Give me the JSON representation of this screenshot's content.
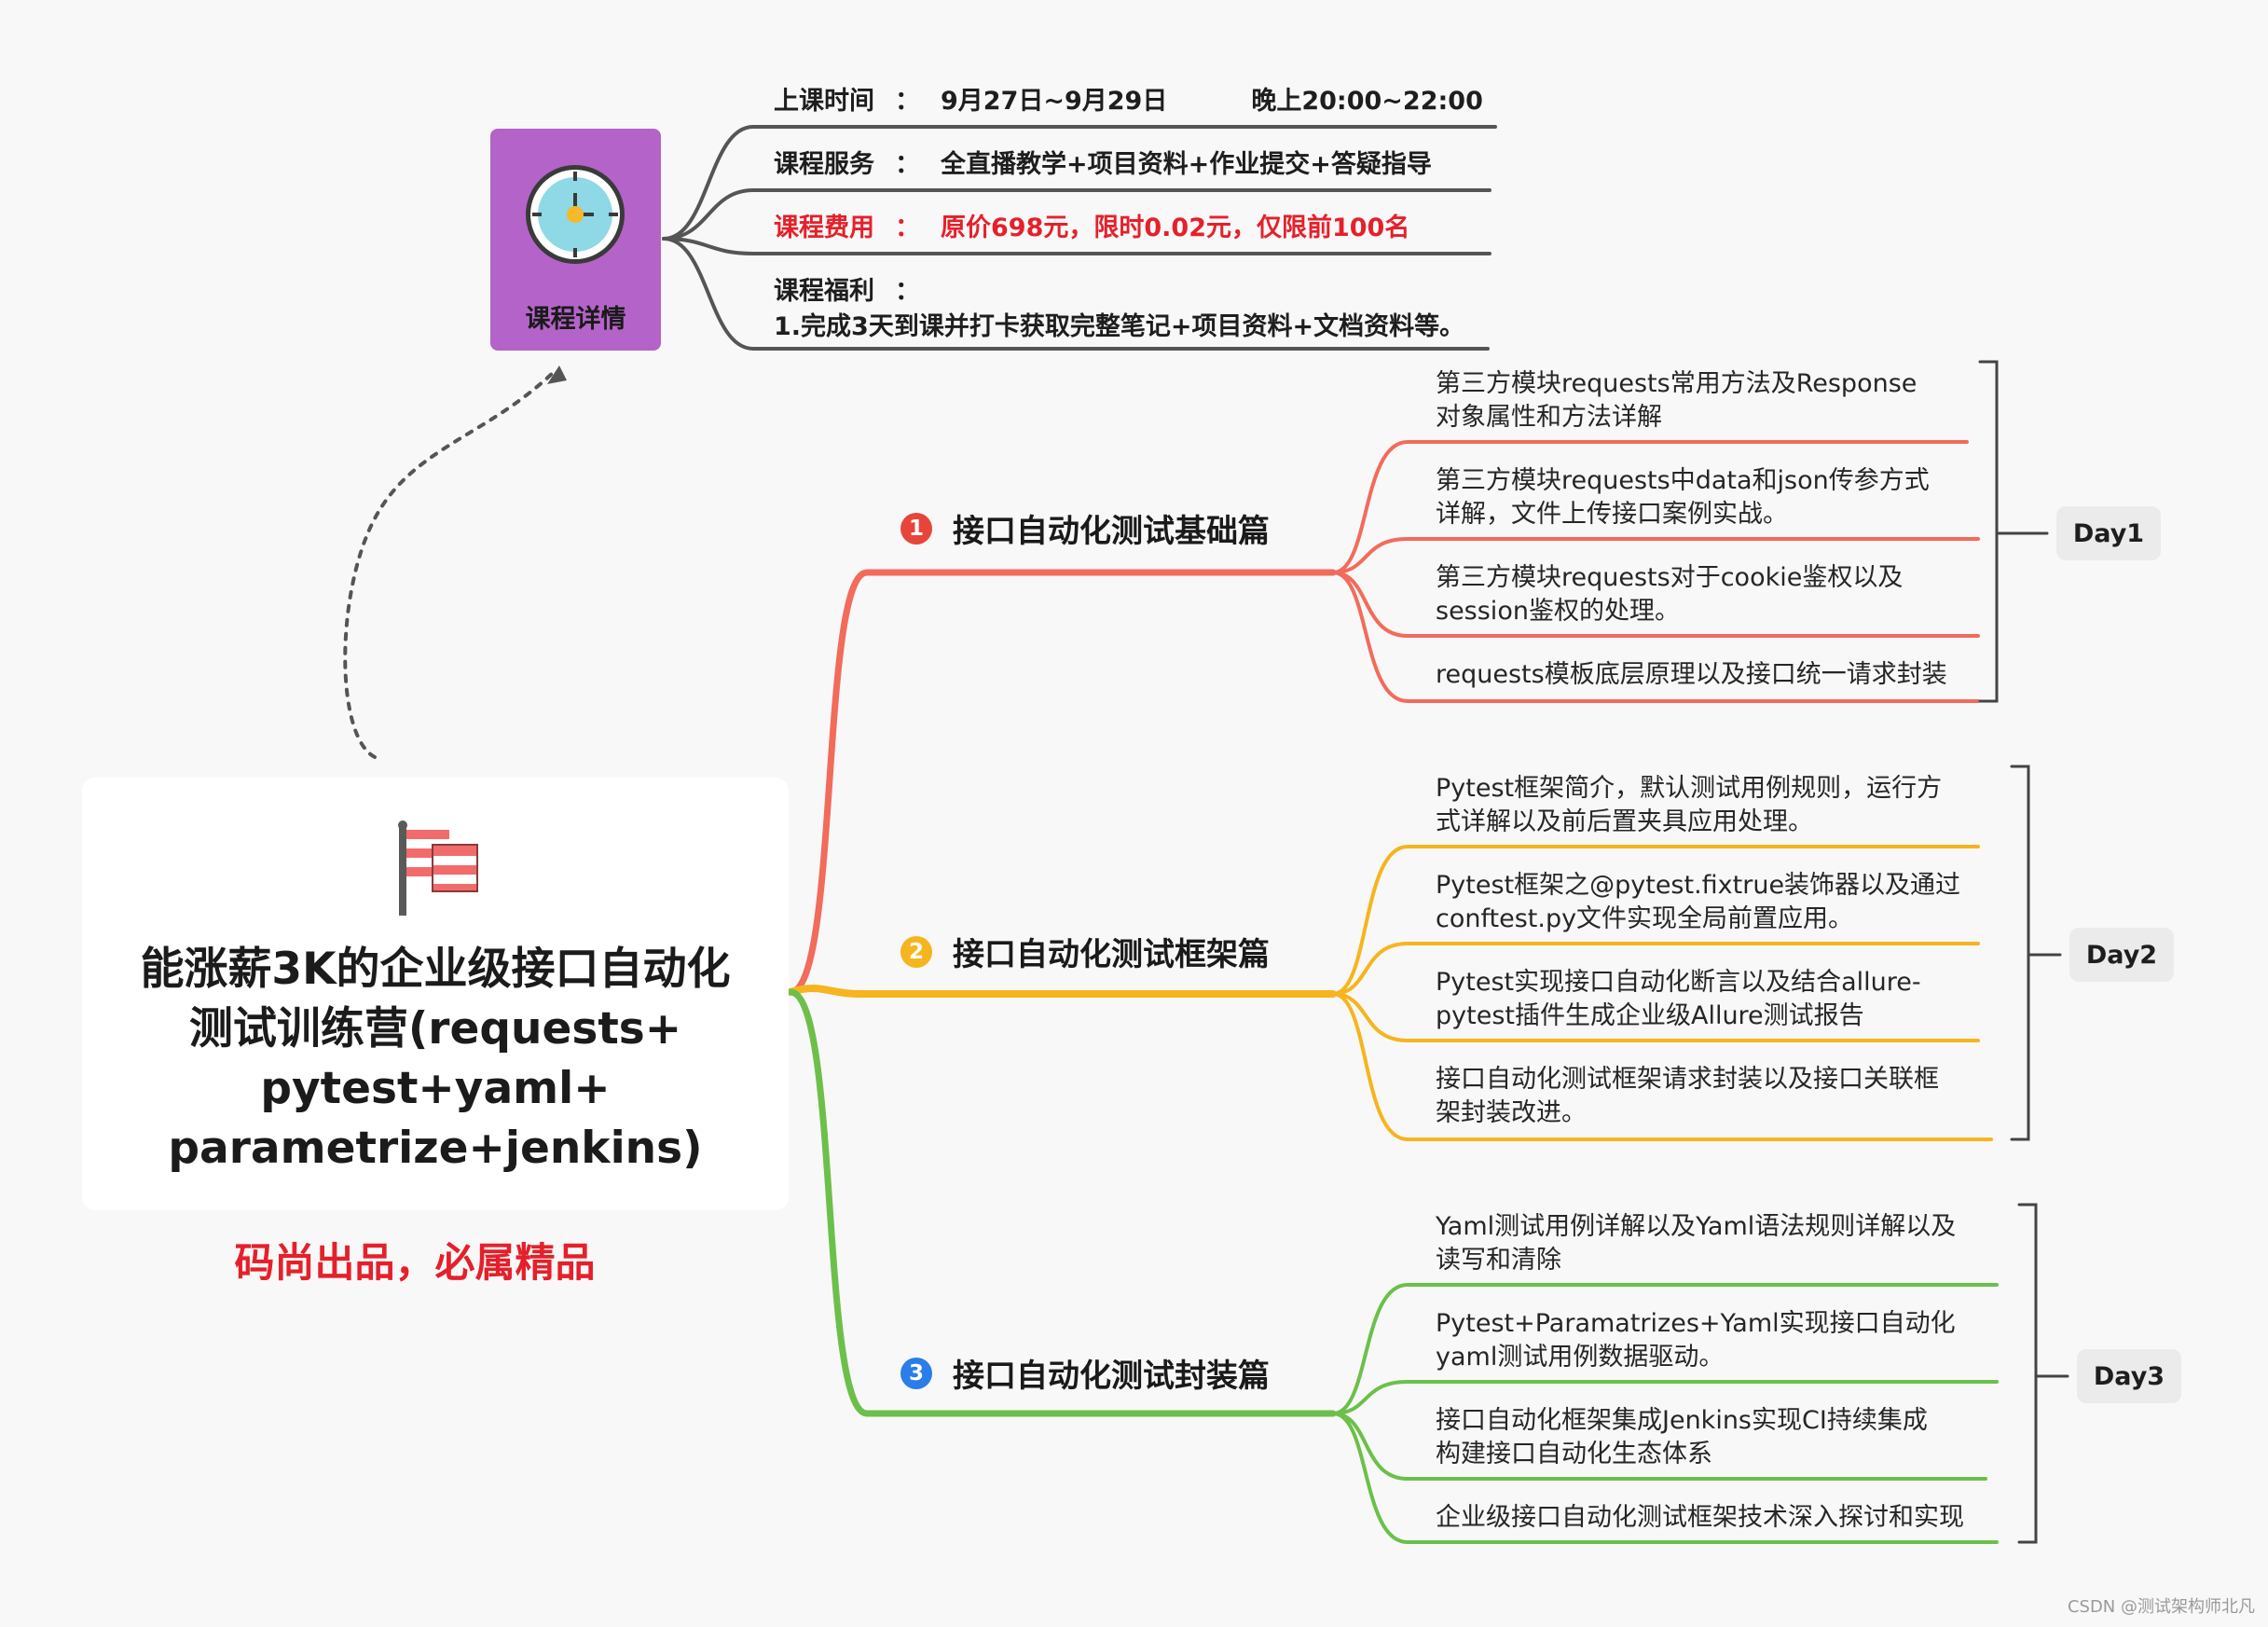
{
  "root": {
    "title_lines": [
      "能涨薪3K的企业级接口自动化",
      "测试训练营(requests+",
      "pytest+yaml+",
      "parametrize+jenkins)"
    ],
    "subtitle": "码尚出品，必属精品"
  },
  "details": {
    "label": "课程详情",
    "rows": [
      {
        "key": "上课时间",
        "sep": "：",
        "value": "9月27日~9月29日",
        "extra": "晚上20:00~22:00"
      },
      {
        "key": "课程服务",
        "sep": "：",
        "value": "全直播教学+项目资料+作业提交+答疑指导"
      },
      {
        "key": "课程费用",
        "sep": "：",
        "value": "原价698元，限时0.02元，仅限前100名"
      },
      {
        "key": "课程福利",
        "sep": "：",
        "value": "1.完成3天到课并打卡获取完整笔记+项目资料+文档资料等。"
      }
    ]
  },
  "branches": [
    {
      "badge": "1",
      "label": "接口自动化测试基础篇",
      "color": "#f26b5b",
      "day": "Day1",
      "leaves": [
        [
          "第三方模块requests常用方法及Response",
          "对象属性和方法详解"
        ],
        [
          "第三方模块requests中data和json传参方式",
          "详解，文件上传接口案例实战。"
        ],
        [
          "第三方模块requests对于cookie鉴权以及",
          "session鉴权的处理。"
        ],
        [
          "requests模板底层原理以及接口统一请求封装"
        ]
      ]
    },
    {
      "badge": "2",
      "label": "接口自动化测试框架篇",
      "color": "#f6b51e",
      "day": "Day2",
      "leaves": [
        [
          "Pytest框架简介，默认测试用例规则，运行方",
          "式详解以及前后置夹具应用处理。"
        ],
        [
          "Pytest框架之@pytest.fixtrue装饰器以及通过",
          "conftest.py文件实现全局前置应用。"
        ],
        [
          "Pytest实现接口自动化断言以及结合allure-",
          "pytest插件生成企业级Allure测试报告"
        ],
        [
          "接口自动化测试框架请求封装以及接口关联框",
          "架封装改进。"
        ]
      ]
    },
    {
      "badge": "3",
      "label": "接口自动化测试封装篇",
      "color": "#6cc04a",
      "day": "Day3",
      "leaves": [
        [
          "Yaml测试用例详解以及Yaml语法规则详解以及",
          "读写和清除"
        ],
        [
          "Pytest+Paramatrizes+Yaml实现接口自动化",
          "yaml测试用例数据驱动。"
        ],
        [
          "接口自动化框架集成Jenkins实现CI持续集成",
          "构建接口自动化生态体系"
        ],
        [
          "企业级接口自动化测试框架技术深入探讨和实现"
        ]
      ]
    }
  ],
  "colors": {
    "badge3": "#2b7de9",
    "badge1": "#e8453a",
    "badge2": "#f6b51e",
    "red_text": "#e5202a",
    "detail_card": "#b463c8",
    "detail_lines": "#555555"
  },
  "watermark": "CSDN @测试架构师北凡"
}
